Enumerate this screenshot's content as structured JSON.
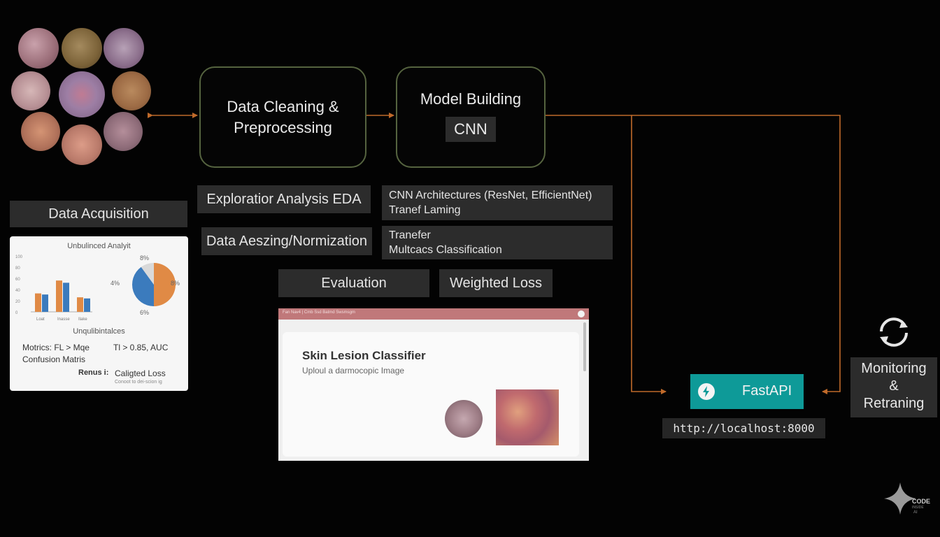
{
  "pipeline": {
    "data_cleaning": [
      "Data Cleaning &",
      "Preprocessing"
    ],
    "model_building": "Model Building",
    "model_type": "CNN",
    "data_acquisition": "Data Acquisition"
  },
  "tags": {
    "eda": "Exploratior Analysis EDA",
    "resizing": "Data Aeszing/Normization",
    "arch_line1": "CNN Architectures (ResNet, EfficientNet)",
    "arch_line2": "Tranef Laming",
    "transfer_line1": "Tranefer",
    "transfer_line2": "Multcacs Classification",
    "evaluation": "Evaluation",
    "weighted_loss": "Weighted Loss"
  },
  "analysis_card": {
    "title": "Unbulinced Analyit",
    "y_ticks": [
      "100",
      "80",
      "60",
      "40",
      "20",
      "0"
    ],
    "x_labels": [
      "Loat",
      "Inasse",
      "Ilake"
    ],
    "bars": [
      {
        "orange": 33,
        "blue": 31
      },
      {
        "orange": 56,
        "blue": 52
      },
      {
        "orange": 26,
        "blue": 24
      }
    ],
    "pie_slices": [
      50,
      40,
      10
    ],
    "pie_labels": {
      "top": "8%",
      "left": "4%",
      "right": "8%",
      "bottom": "6%"
    },
    "subtitle": "Unqulibintalces",
    "metrics_left": "Motrics: FL > Mqe",
    "metrics_right": "Tl > 0.85, AUC",
    "confusion": "Confusion Matris",
    "footer_bold": "Renus i:",
    "footer_text": "Caligted Loss",
    "footer_small": "Conoot to dei-scion ig",
    "colors": {
      "orange": "#e08a45",
      "blue": "#3b7bbd"
    }
  },
  "app": {
    "window_bar": "Fan Nav4 | Cmb Ssd Batmd Swsmsgm",
    "title": "Skin Lesion Classifier",
    "subtitle": "Uploul a darmocopic Image",
    "bar_color": "#c0787a"
  },
  "deploy": {
    "api_label": "FastAPI",
    "api_icon": "lightning-bolt-icon",
    "url": "http://localhost:8000",
    "monitoring": [
      "Monitoring",
      "&",
      "Retraning"
    ],
    "monitor_icon": "sync-arrows-icon",
    "accent": "#0e9a98"
  },
  "watermark": {
    "line1": "CODE",
    "line2": "INSIDE",
    "line3": "AI"
  },
  "colors": {
    "arrow": "#c06a2a",
    "box_border": "#55633f"
  }
}
